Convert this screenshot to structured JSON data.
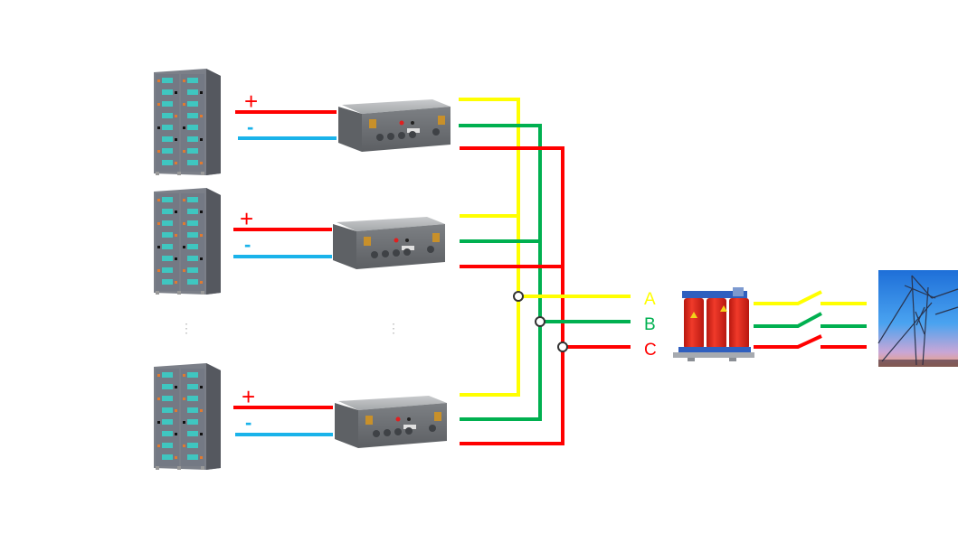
{
  "colors": {
    "positive": "#ff0000",
    "negative": "#1ab3ea",
    "phase_a": "#ffff00",
    "phase_b": "#00b050",
    "phase_c": "#ff0000",
    "rack_body": "#6b6f77",
    "rack_module": "#3fc6c0",
    "pcs_body": "#8a8d90",
    "transformer_coil": "#e8281e",
    "transformer_frame": "#2f5fbf"
  },
  "units": [
    {
      "positive_label": "+",
      "negative_label": "-"
    },
    {
      "positive_label": "+",
      "negative_label": "-"
    },
    {
      "positive_label": "+",
      "negative_label": "-"
    }
  ],
  "ellipsis": {
    "battery": "⋮",
    "pcs": "⋮"
  },
  "phases": [
    {
      "label": "A",
      "color_key": "phase_a"
    },
    {
      "label": "B",
      "color_key": "phase_b"
    },
    {
      "label": "C",
      "color_key": "phase_c"
    }
  ],
  "icons": {
    "battery": "battery-rack-icon",
    "pcs": "power-converter-icon",
    "transformer": "transformer-icon",
    "switch": "circuit-breaker-icon",
    "grid": "power-grid-tower-icon"
  }
}
